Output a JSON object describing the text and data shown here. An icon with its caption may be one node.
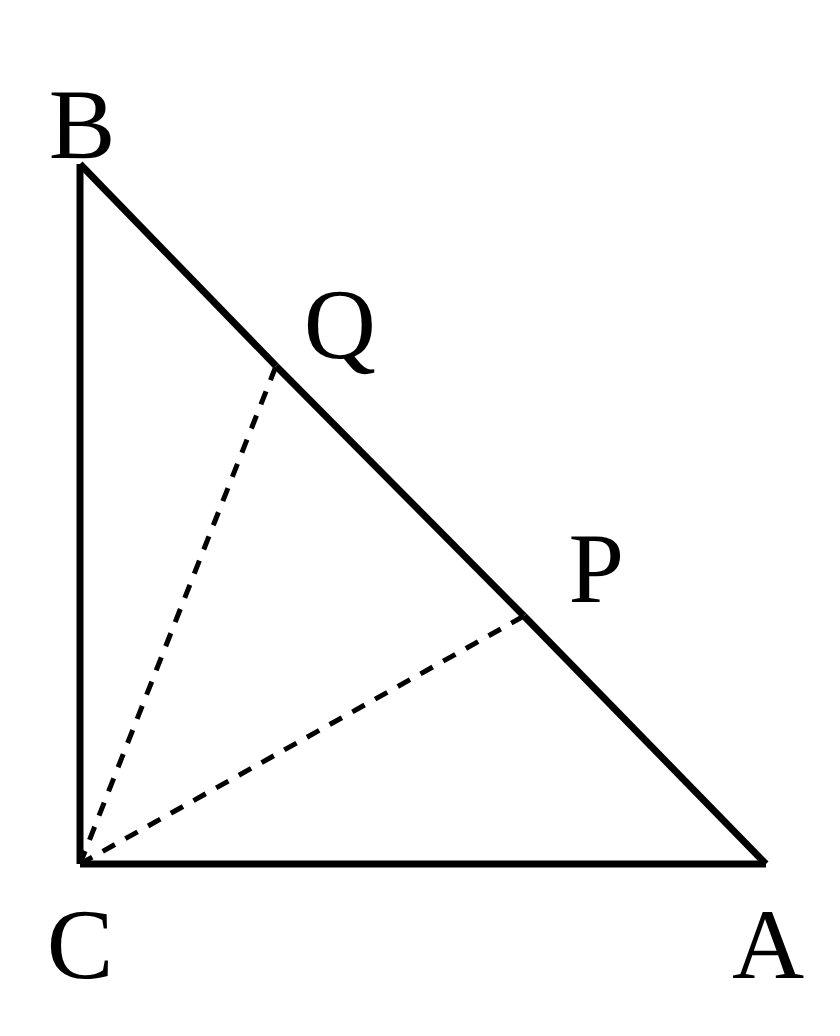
{
  "diagram": {
    "nodes": [
      {
        "text": [
          "B"
        ]
      },
      {
        "text": [
          "Q"
        ]
      },
      {
        "text": [
          "P"
        ]
      },
      {
        "text": [
          "C"
        ]
      },
      {
        "text": [
          "A"
        ]
      }
    ],
    "edges": [
      {
        "from": 0,
        "to": 1,
        "arrow": "none"
      },
      {
        "from": 1,
        "to": 2,
        "arrow": "none"
      },
      {
        "from": 2,
        "to": 4,
        "arrow": "none"
      },
      {
        "from": 3,
        "to": 4,
        "arrow": "none"
      },
      {
        "from": 0,
        "to": 3,
        "arrow": "none"
      },
      {
        "from": 3,
        "to": 1,
        "arrow": "none",
        "style": "dashed"
      },
      {
        "from": 3,
        "to": 2,
        "arrow": "none",
        "style": "dashed"
      }
    ]
  }
}
